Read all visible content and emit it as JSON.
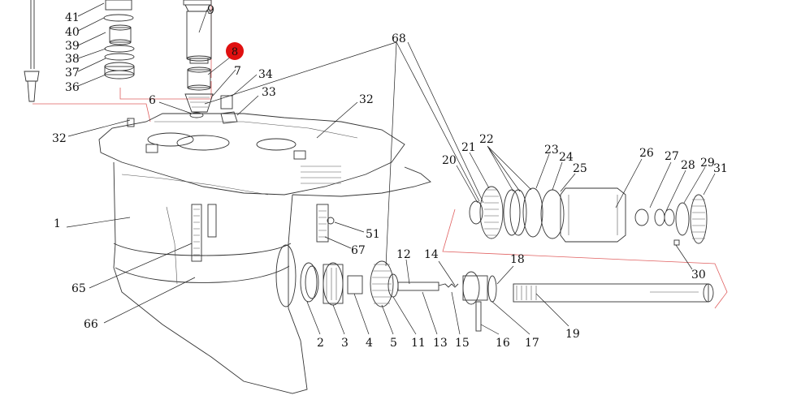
{
  "diagram": {
    "highlight": {
      "label": "8",
      "color": "#e01010"
    },
    "accent_line_color": "#e06060",
    "callouts": [
      "41",
      "40",
      "39",
      "38",
      "37",
      "36",
      "9",
      "7",
      "34",
      "33",
      "6",
      "32",
      "32",
      "68",
      "1",
      "65",
      "66",
      "2",
      "3",
      "4",
      "5",
      "11",
      "12",
      "13",
      "14",
      "15",
      "16",
      "17",
      "18",
      "19",
      "20",
      "21",
      "22",
      "23",
      "24",
      "25",
      "26",
      "27",
      "28",
      "29",
      "31",
      "30",
      "51",
      "67"
    ]
  }
}
